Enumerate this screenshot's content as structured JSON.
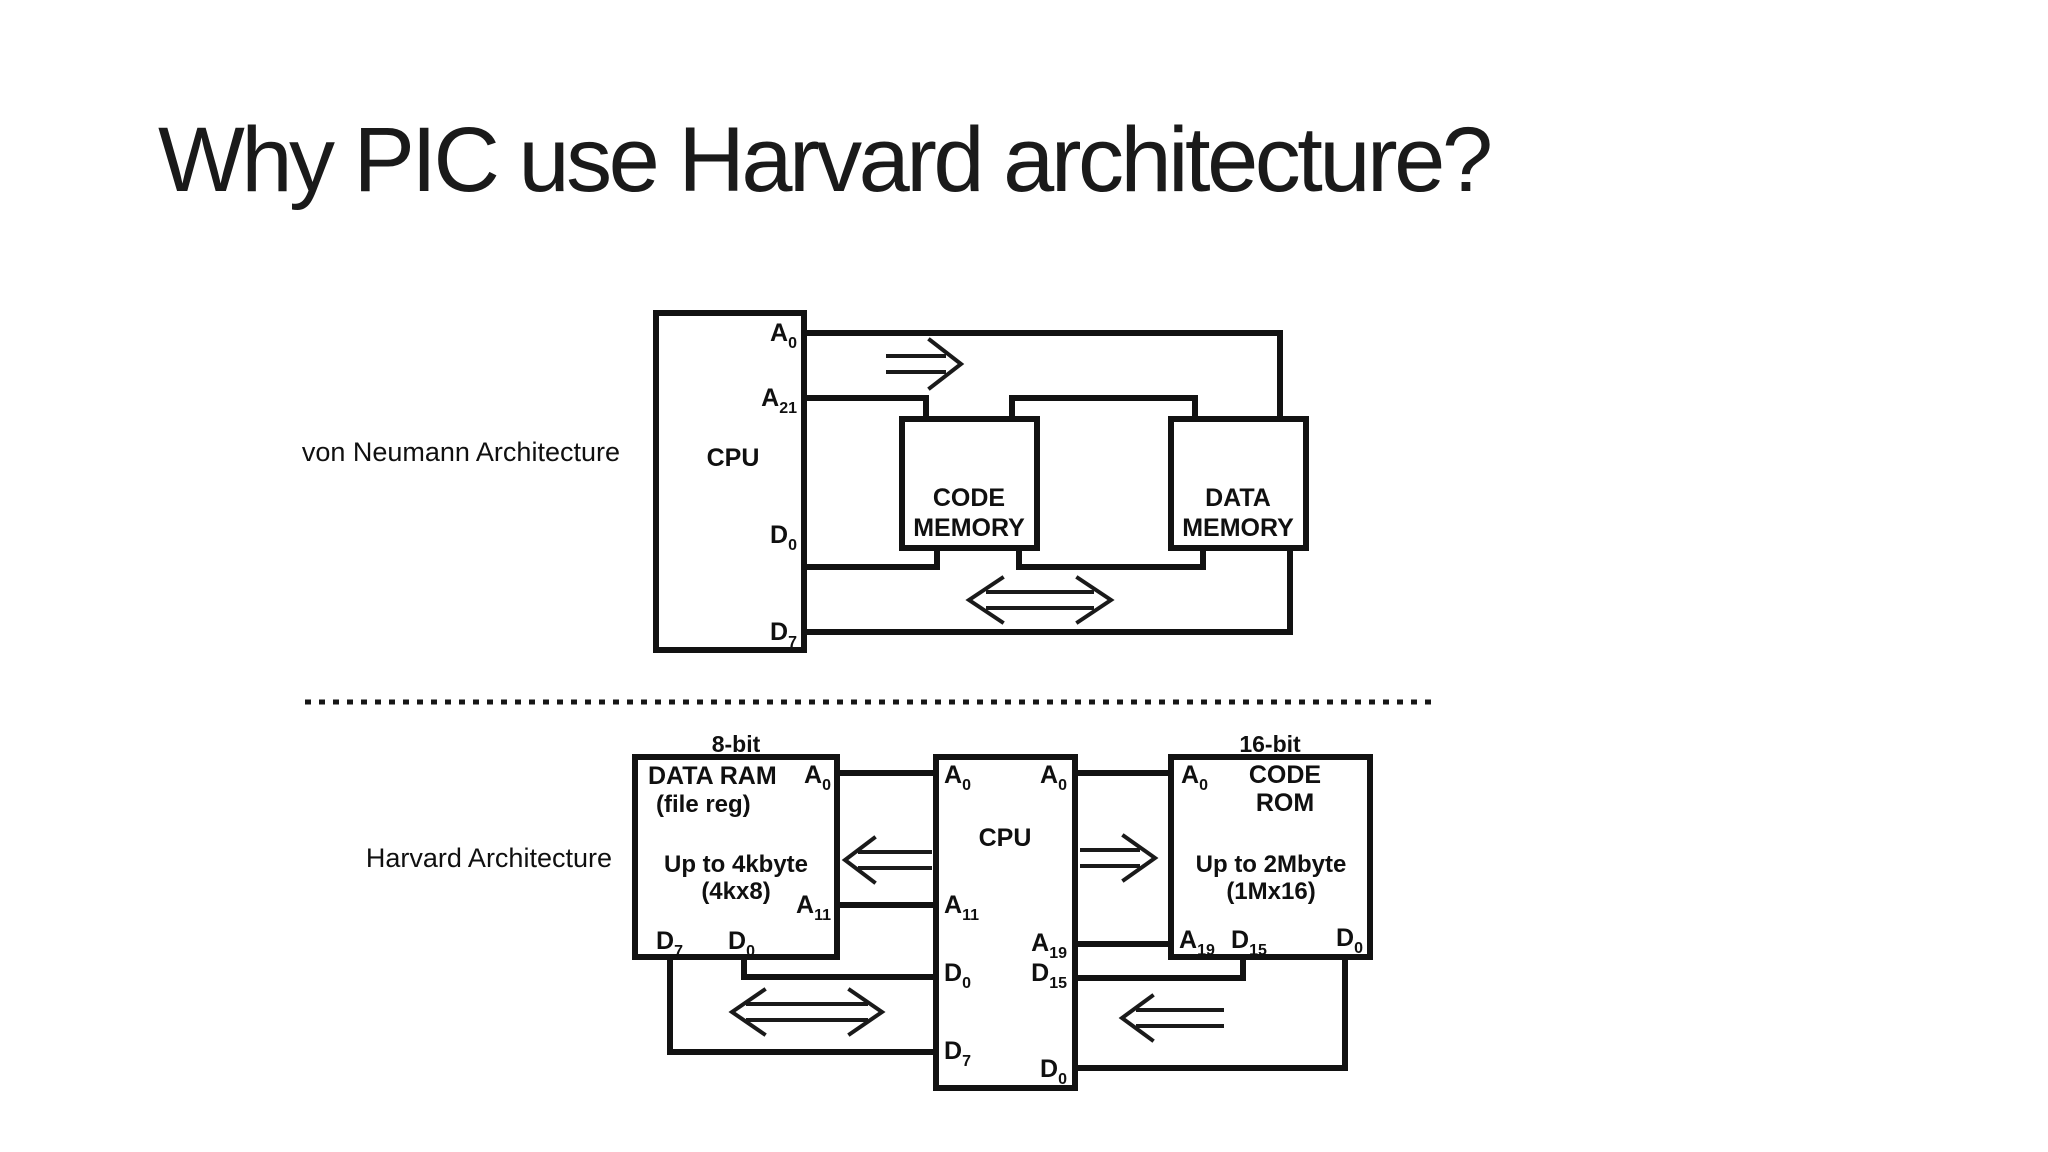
{
  "slide": {
    "title": "Why PIC use Harvard architecture?"
  },
  "von_neumann": {
    "label": "von Neumann Architecture",
    "cpu": {
      "label": "CPU",
      "pins": {
        "a0": {
          "base": "A",
          "sub": "0"
        },
        "a21": {
          "base": "A",
          "sub": "21"
        },
        "d0": {
          "base": "D",
          "sub": "0"
        },
        "d7": {
          "base": "D",
          "sub": "7"
        }
      }
    },
    "code_memory": {
      "line1": "CODE",
      "line2": "MEMORY"
    },
    "data_memory": {
      "line1": "DATA",
      "line2": "MEMORY"
    }
  },
  "harvard": {
    "label": "Harvard Architecture",
    "bus_width_left": "8-bit",
    "bus_width_right": "16-bit",
    "data_ram": {
      "title": "DATA RAM",
      "subtitle": "(file reg)",
      "capacity": "Up to 4kbyte",
      "organization": "(4kx8)",
      "pins": {
        "a0": {
          "base": "A",
          "sub": "0"
        },
        "a11": {
          "base": "A",
          "sub": "11"
        },
        "d7": {
          "base": "D",
          "sub": "7"
        },
        "d0": {
          "base": "D",
          "sub": "0"
        }
      }
    },
    "cpu": {
      "label": "CPU",
      "left_pins": {
        "a0": {
          "base": "A",
          "sub": "0"
        },
        "a11": {
          "base": "A",
          "sub": "11"
        },
        "d0": {
          "base": "D",
          "sub": "0"
        },
        "d7": {
          "base": "D",
          "sub": "7"
        }
      },
      "right_pins": {
        "a0": {
          "base": "A",
          "sub": "0"
        },
        "a19": {
          "base": "A",
          "sub": "19"
        },
        "d15": {
          "base": "D",
          "sub": "15"
        },
        "d0": {
          "base": "D",
          "sub": "0"
        }
      }
    },
    "code_rom": {
      "title_line1": "CODE",
      "title_line2": "ROM",
      "capacity": "Up to 2Mbyte",
      "organization": "(1Mx16)",
      "pins": {
        "a0": {
          "base": "A",
          "sub": "0"
        },
        "a19": {
          "base": "A",
          "sub": "19"
        },
        "d15": {
          "base": "D",
          "sub": "15"
        },
        "d0": {
          "base": "D",
          "sub": "0"
        }
      }
    }
  }
}
